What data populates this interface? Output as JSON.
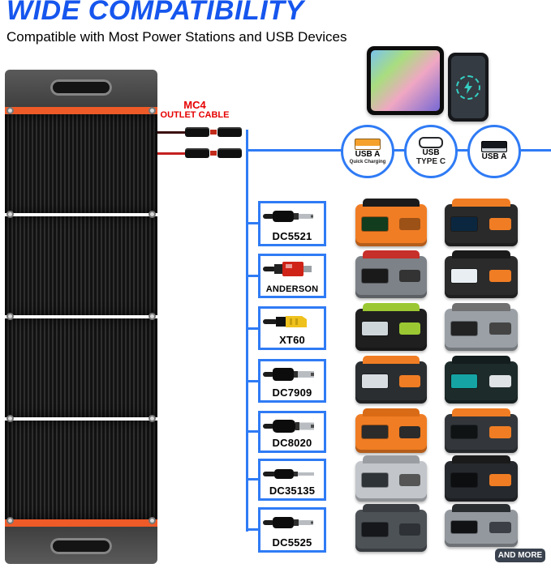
{
  "header": {
    "title": "WIDE COMPATIBILITY",
    "subtitle": "Compatible with Most Power Stations and USB Devices"
  },
  "cable": {
    "label_line1": "MC4",
    "label_line2": "OUTLET CABLE"
  },
  "usb_ports": [
    {
      "label": "USB A",
      "sublabel": "Quick Charging"
    },
    {
      "label": "USB",
      "sublabel": "TYPE C"
    },
    {
      "label": "USB A",
      "sublabel": ""
    }
  ],
  "connectors": [
    {
      "label": "DC5521"
    },
    {
      "label": "ANDERSON"
    },
    {
      "label": "XT60"
    },
    {
      "label": "DC7909"
    },
    {
      "label": "DC8020"
    },
    {
      "label": "DC35135"
    },
    {
      "label": "DC5525"
    }
  ],
  "footer": {
    "more_label": "AND MORE"
  },
  "colors": {
    "accent_blue": "#2F7BF5",
    "title_blue": "#1656EE",
    "label_red": "#E60000",
    "panel_orange": "#EE5A28"
  }
}
